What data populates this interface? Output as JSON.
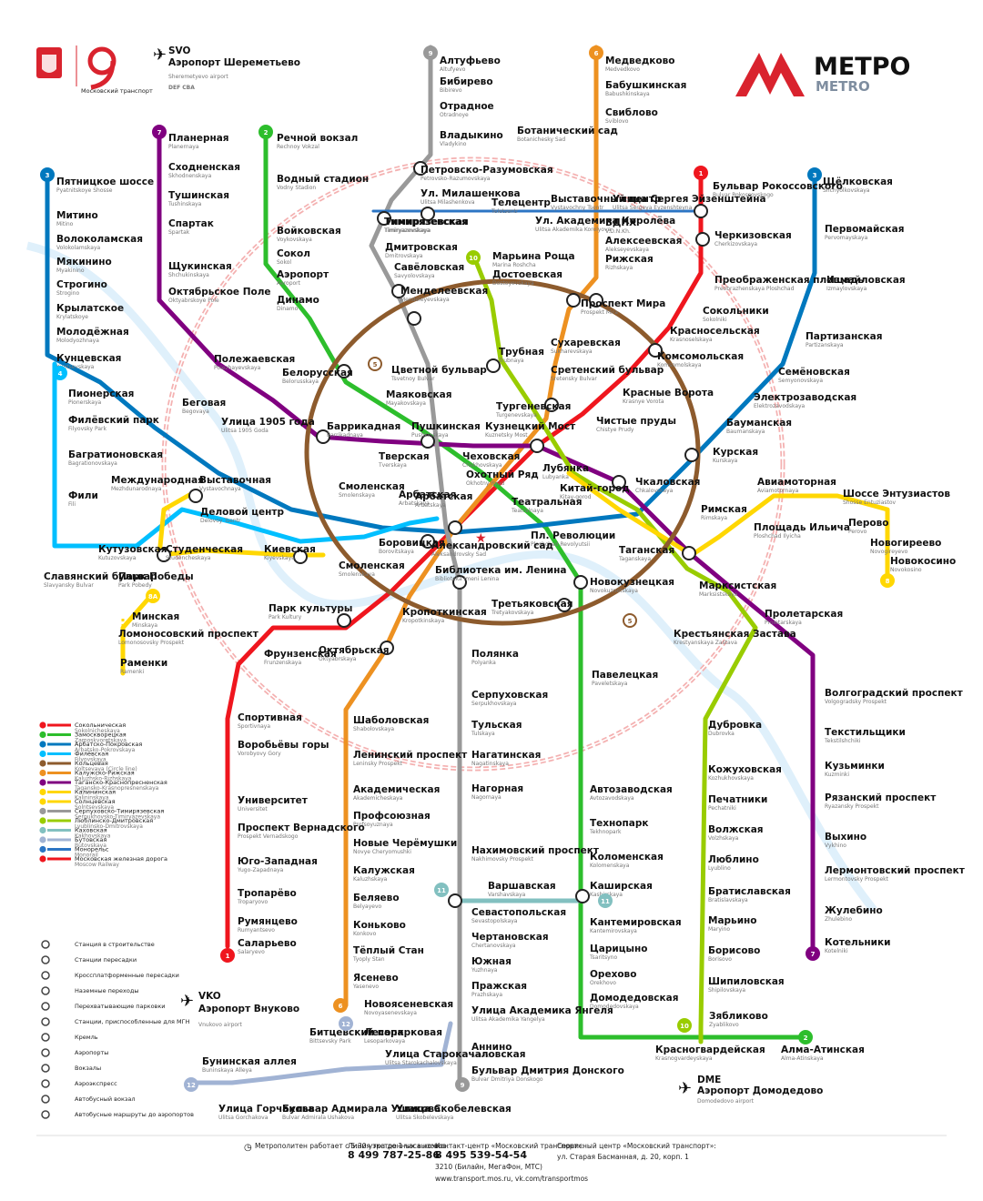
{
  "logo": {
    "metro_ru": "МЕТРО",
    "metro_en": "METRO",
    "transport_ru": "Московский транспорт",
    "transport_number": "9"
  },
  "airports": {
    "svo": {
      "code": "SVO",
      "name": "Аэропорт Шереметьево",
      "name_en": "Sheremetyevo airport",
      "terminals": "DEF   CBA"
    },
    "vko": {
      "code": "VKO",
      "name": "Аэропорт Внуково",
      "name_en": "Vnukovo airport"
    },
    "dme": {
      "code": "DME",
      "name": "Аэропорт Домодедово",
      "name_en": "Domodedovo airport"
    }
  },
  "line_colors": {
    "1": "#EF161E",
    "2": "#2DBE2C",
    "3": "#0078BE",
    "4": "#00BFFF",
    "5": "#8D5B2D",
    "6": "#ED9121",
    "7": "#800080",
    "8": "#FFD702",
    "8A": "#FFD702",
    "9": "#999999",
    "10": "#99CC00",
    "11": "#82C0C0",
    "12": "#A1B3D4",
    "13": "#2C75C4",
    "14": "#EF161E"
  },
  "lines": [
    {
      "id": "1",
      "name": "Сокольническая",
      "en": "Sokolnicheskaya"
    },
    {
      "id": "2",
      "name": "Замоскворецкая",
      "en": "Zamoskvoretskaya"
    },
    {
      "id": "3",
      "name": "Арбатско-Покровская",
      "en": "Arbatsko-Pokrovskaya"
    },
    {
      "id": "4",
      "name": "Филёвская",
      "en": "Filyovskaya"
    },
    {
      "id": "5",
      "name": "Кольцевая",
      "en": "Koltsevaya (Circle line)"
    },
    {
      "id": "6",
      "name": "Калужско-Рижская",
      "en": "Kaluzhsko-Rizhskaya"
    },
    {
      "id": "7",
      "name": "Таганско-Краснопресненская",
      "en": "Tagansko-Krasnopresnenskaya"
    },
    {
      "id": "8",
      "name": "Калининская",
      "en": "Kalininskaya"
    },
    {
      "id": "8A",
      "name": "Солнцевская",
      "en": "Solntsevskaya"
    },
    {
      "id": "9",
      "name": "Серпуховско-Тимирязевская",
      "en": "Serpukhovsko-Timiryazevskaya"
    },
    {
      "id": "10",
      "name": "Люблинско-Дмитровская",
      "en": "Lyublinsko-Dmitrovskaya"
    },
    {
      "id": "11",
      "name": "Каховская",
      "en": "Kakhovskaya"
    },
    {
      "id": "12",
      "name": "Бутовская",
      "en": "Butovskaya"
    },
    {
      "id": "13",
      "name": "Монорельс",
      "en": "Monorail"
    },
    {
      "id": "14",
      "name": "Московская железная дорога",
      "en": "Moscow Railway"
    }
  ],
  "legend_extra": [
    "Станция в строительстве",
    "Станции пересадки",
    "Кроссплатформенные пересадки",
    "Наземные переходы",
    "Перехватывающие парковки",
    "Станции, приспособленные для МГН",
    "Кремль",
    "Аэропорты",
    "Вокзалы",
    "Аэроэкспресс",
    "Автобусный вокзал",
    "Автобусные маршруты до аэропортов"
  ],
  "stations": [
    {
      "n": "Алтуфьево",
      "e": "Altufyevo"
    },
    {
      "n": "Бибирево",
      "e": "Bibirevo"
    },
    {
      "n": "Отрадное",
      "e": "Otradnoye"
    },
    {
      "n": "Владыкино",
      "e": "Vladykino"
    },
    {
      "n": "Петровско-Разумовская",
      "e": "Petrovsko-Razumovskaya"
    },
    {
      "n": "Тимирязевская",
      "e": "Timiryazevskaya"
    },
    {
      "n": "Дмитровская",
      "e": "Dmitrovskaya"
    },
    {
      "n": "Савёловская",
      "e": "Savyolovskaya"
    },
    {
      "n": "Менделеевская",
      "e": "Mendeleyevskaya"
    },
    {
      "n": "Цветной бульвар",
      "e": "Tsvetnoy Bulvar"
    },
    {
      "n": "Чеховская",
      "e": "Chekhovskaya"
    },
    {
      "n": "Боровицкая",
      "e": "Borovitskaya"
    },
    {
      "n": "Полянка",
      "e": "Polyanka"
    },
    {
      "n": "Серпуховская",
      "e": "Serpukhovskaya"
    },
    {
      "n": "Тульская",
      "e": "Tulskaya"
    },
    {
      "n": "Нагатинская",
      "e": "Nagatinskaya"
    },
    {
      "n": "Нагорная",
      "e": "Nagornaya"
    },
    {
      "n": "Нахимовский проспект",
      "e": "Nakhimovsky Prospekt"
    },
    {
      "n": "Севастопольская",
      "e": "Sevastopolskaya"
    },
    {
      "n": "Чертановская",
      "e": "Chertanovskaya"
    },
    {
      "n": "Южная",
      "e": "Yuzhnaya"
    },
    {
      "n": "Пражская",
      "e": "Prazhskaya"
    },
    {
      "n": "Улица Академика Янгеля",
      "e": "Ulitsa Akademika Yangelya"
    },
    {
      "n": "Аннино",
      "e": "Annino"
    },
    {
      "n": "Бульвар Дмитрия Донского",
      "e": "Bulvar Dmitriya Donskogo"
    },
    {
      "n": "Медведково",
      "e": "Medvedkovo"
    },
    {
      "n": "Бабушкинская",
      "e": "Babushkinskaya"
    },
    {
      "n": "Свиблово",
      "e": "Sviblovo"
    },
    {
      "n": "Ботанический сад",
      "e": "Botanichesky Sad"
    },
    {
      "n": "ВДНХ",
      "e": "V.D.N.Kh."
    },
    {
      "n": "Алексеевская",
      "e": "Alekseyevskaya"
    },
    {
      "n": "Рижская",
      "e": "Rizhskaya"
    },
    {
      "n": "Проспект Мира",
      "e": "Prospekt Mira"
    },
    {
      "n": "Сухаревская",
      "e": "Sukharevskaya"
    },
    {
      "n": "Тургеневская",
      "e": "Turgenevskaya"
    },
    {
      "n": "Китай-город",
      "e": "Kitay-gorod"
    },
    {
      "n": "Третьяковская",
      "e": "Tretyakovskaya"
    },
    {
      "n": "Октябрьская",
      "e": "Oktyabrskaya"
    },
    {
      "n": "Шаболовская",
      "e": "Shabolovskaya"
    },
    {
      "n": "Ленинский проспект",
      "e": "Leninsky Prospekt"
    },
    {
      "n": "Академическая",
      "e": "Akademicheskaya"
    },
    {
      "n": "Профсоюзная",
      "e": "Profsoyuznaya"
    },
    {
      "n": "Новые Черёмушки",
      "e": "Novye Cheryomushki"
    },
    {
      "n": "Калужская",
      "e": "Kaluzhskaya"
    },
    {
      "n": "Беляево",
      "e": "Belyayevo"
    },
    {
      "n": "Коньково",
      "e": "Konkovo"
    },
    {
      "n": "Тёплый Стан",
      "e": "Tyoply Stan"
    },
    {
      "n": "Ясенево",
      "e": "Yasenevo"
    },
    {
      "n": "Новоясеневская",
      "e": "Novoyasenevskaya"
    },
    {
      "n": "Бульвар Рокоссовского",
      "e": "Bulvar Rokossovskogo"
    },
    {
      "n": "Черкизовская",
      "e": "Cherkizovskaya"
    },
    {
      "n": "Преображенская площадь",
      "e": "Preobrazhenskaya Ploshchad"
    },
    {
      "n": "Сокольники",
      "e": "Sokolniki"
    },
    {
      "n": "Красносельская",
      "e": "Krasnoselskaya"
    },
    {
      "n": "Комсомольская",
      "e": "Komsomolskaya"
    },
    {
      "n": "Красные Ворота",
      "e": "Krasnye Vorota"
    },
    {
      "n": "Чистые пруды",
      "e": "Chistye Prudy"
    },
    {
      "n": "Лубянка",
      "e": "Lubyanka"
    },
    {
      "n": "Охотный Ряд",
      "e": "Okhotny Ryad"
    },
    {
      "n": "Библиотека им. Ленина",
      "e": "Biblioteka Imeni Lenina"
    },
    {
      "n": "Кропоткинская",
      "e": "Kropotkinskaya"
    },
    {
      "n": "Парк культуры",
      "e": "Park Kultury"
    },
    {
      "n": "Фрунзенская",
      "e": "Frunzenskaya"
    },
    {
      "n": "Спортивная",
      "e": "Sportivnaya"
    },
    {
      "n": "Воробьёвы горы",
      "e": "Vorobyovy Gory"
    },
    {
      "n": "Университет",
      "e": "Universitet"
    },
    {
      "n": "Проспект Вернадского",
      "e": "Prospekt Vernadskogo"
    },
    {
      "n": "Юго-Западная",
      "e": "Yugo-Zapadnaya"
    },
    {
      "n": "Тропарёво",
      "e": "Troparyovo"
    },
    {
      "n": "Румянцево",
      "e": "Rumyantsevo"
    },
    {
      "n": "Саларьево",
      "e": "Salaryevo"
    },
    {
      "n": "Речной вокзал",
      "e": "Rechnoy Vokzal"
    },
    {
      "n": "Водный стадион",
      "e": "Vodny Stadion"
    },
    {
      "n": "Войковская",
      "e": "Voykovskaya"
    },
    {
      "n": "Сокол",
      "e": "Sokol"
    },
    {
      "n": "Аэропорт",
      "e": "Aeroport"
    },
    {
      "n": "Динамо",
      "e": "Dinamo"
    },
    {
      "n": "Белорусская",
      "e": "Belorusskaya"
    },
    {
      "n": "Маяковская",
      "e": "Mayakovskaya"
    },
    {
      "n": "Тверская",
      "e": "Tverskaya"
    },
    {
      "n": "Театральная",
      "e": "Teatralnaya"
    },
    {
      "n": "Новокузнецкая",
      "e": "Novokuznetskaya"
    },
    {
      "n": "Павелецкая",
      "e": "Paveletskaya"
    },
    {
      "n": "Автозаводская",
      "e": "Avtozavodskaya"
    },
    {
      "n": "Технопарк",
      "e": "Tekhnopark"
    },
    {
      "n": "Коломенская",
      "e": "Kolomenskaya"
    },
    {
      "n": "Каширская",
      "e": "Kashirskaya"
    },
    {
      "n": "Кантемировская",
      "e": "Kantemirovskaya"
    },
    {
      "n": "Царицыно",
      "e": "Tsaritsyno"
    },
    {
      "n": "Орехово",
      "e": "Orekhovo"
    },
    {
      "n": "Домодедовская",
      "e": "Domodedovskaya"
    },
    {
      "n": "Красногвардейская",
      "e": "Krasnogvardeyskaya"
    },
    {
      "n": "Алма-Атинская",
      "e": "Alma-Atinskaya"
    },
    {
      "n": "Пятницкое шоссе",
      "e": "Pyatnitskoye Shosse"
    },
    {
      "n": "Митино",
      "e": "Mitino"
    },
    {
      "n": "Волоколамская",
      "e": "Volokolamskaya"
    },
    {
      "n": "Мякинино",
      "e": "Myakinino"
    },
    {
      "n": "Строгино",
      "e": "Strogino"
    },
    {
      "n": "Крылатское",
      "e": "Krylatskoye"
    },
    {
      "n": "Молодёжная",
      "e": "Molodyozhnaya"
    },
    {
      "n": "Кунцевская",
      "e": "Kuntsevskaya"
    },
    {
      "n": "Славянский бульвар",
      "e": "Slavyansky Bulvar"
    },
    {
      "n": "Парк Победы",
      "e": "Park Pobedy"
    },
    {
      "n": "Киевская",
      "e": "Kiyevskaya"
    },
    {
      "n": "Смоленская",
      "e": "Smolenskaya"
    },
    {
      "n": "Арбатская",
      "e": "Arbatskaya"
    },
    {
      "n": "Пл. Революции",
      "e": "Ploshchad Revolyutsii"
    },
    {
      "n": "Курская",
      "e": "Kurskaya"
    },
    {
      "n": "Бауманская",
      "e": "Baumanskaya"
    },
    {
      "n": "Электрозаводская",
      "e": "Elektrozavodskaya"
    },
    {
      "n": "Семёновская",
      "e": "Semyonovskaya"
    },
    {
      "n": "Партизанская",
      "e": "Partizanskaya"
    },
    {
      "n": "Измайловская",
      "e": "Izmaylovskaya"
    },
    {
      "n": "Первомайская",
      "e": "Pervomayskaya"
    },
    {
      "n": "Щёлковская",
      "e": "Shchyolkovskaya"
    },
    {
      "n": "Пионерская",
      "e": "Pionerskaya"
    },
    {
      "n": "Филёвский парк",
      "e": "Filyovsky Park"
    },
    {
      "n": "Багратионовская",
      "e": "Bagrationovskaya"
    },
    {
      "n": "Фили",
      "e": "Fili"
    },
    {
      "n": "Кутузовская",
      "e": "Kutuzovskaya"
    },
    {
      "n": "Студенческая",
      "e": "Studencheskaya"
    },
    {
      "n": "Выставочная",
      "e": "Vystavochnaya"
    },
    {
      "n": "Международная",
      "e": "Mezhdunarodnaya"
    },
    {
      "n": "Александровский сад",
      "e": "Aleksandrovsky Sad"
    },
    {
      "n": "Планерная",
      "e": "Planernaya"
    },
    {
      "n": "Сходненская",
      "e": "Skhodnenskaya"
    },
    {
      "n": "Тушинская",
      "e": "Tushinskaya"
    },
    {
      "n": "Спартак",
      "e": "Spartak"
    },
    {
      "n": "Щукинская",
      "e": "Shchukinskaya"
    },
    {
      "n": "Октябрьское Поле",
      "e": "Oktyabrskoye Pole"
    },
    {
      "n": "Полежаевская",
      "e": "Polezhayevskaya"
    },
    {
      "n": "Беговая",
      "e": "Begovaya"
    },
    {
      "n": "Улица 1905 года",
      "e": "Ulitsa 1905 Goda"
    },
    {
      "n": "Баррикадная",
      "e": "Barrikadnaya"
    },
    {
      "n": "Пушкинская",
      "e": "Pushkinskaya"
    },
    {
      "n": "Кузнецкий Мост",
      "e": "Kuznetsky Most"
    },
    {
      "n": "Таганская",
      "e": "Taganskaya"
    },
    {
      "n": "Пролетарская",
      "e": "Proletarskaya"
    },
    {
      "n": "Волгоградский проспект",
      "e": "Volgogradsky Prospekt"
    },
    {
      "n": "Текстильщики",
      "e": "Tekstilshchiki"
    },
    {
      "n": "Кузьминки",
      "e": "Kuzminki"
    },
    {
      "n": "Рязанский проспект",
      "e": "Ryazansky Prospekt"
    },
    {
      "n": "Выхино",
      "e": "Vykhino"
    },
    {
      "n": "Лермонтовский проспект",
      "e": "Lermontovsky Prospekt"
    },
    {
      "n": "Жулебино",
      "e": "Zhulebino"
    },
    {
      "n": "Котельники",
      "e": "Kotelniki"
    },
    {
      "n": "Марксистская",
      "e": "Marksistskaya"
    },
    {
      "n": "Площадь Ильича",
      "e": "Ploshchad Ilyicha"
    },
    {
      "n": "Авиамоторная",
      "e": "Aviamotornaya"
    },
    {
      "n": "Шоссе Энтузиастов",
      "e": "Shosse Entuziastov"
    },
    {
      "n": "Перово",
      "e": "Perovo"
    },
    {
      "n": "Новогиреево",
      "e": "Novogireyevo"
    },
    {
      "n": "Новокосино",
      "e": "Novokosino"
    },
    {
      "n": "Деловой центр",
      "e": "Delovoy Tsentr"
    },
    {
      "n": "Минская",
      "e": "Minskaya"
    },
    {
      "n": "Ломоносовский проспект",
      "e": "Lomonosovsky Prospekt"
    },
    {
      "n": "Раменки",
      "e": "Ramenki"
    },
    {
      "n": "Марьина Роща",
      "e": "Marina Roshcha"
    },
    {
      "n": "Достоевская",
      "e": "Dostoyevskaya"
    },
    {
      "n": "Трубная",
      "e": "Trubnaya"
    },
    {
      "n": "Сретенский бульвар",
      "e": "Sretensky Bulvar"
    },
    {
      "n": "Чкаловская",
      "e": "Chkalovskaya"
    },
    {
      "n": "Римская",
      "e": "Rimskaya"
    },
    {
      "n": "Крестьянская Застава",
      "e": "Krestyanskaya Zastava"
    },
    {
      "n": "Дубровка",
      "e": "Dubrovka"
    },
    {
      "n": "Кожуховская",
      "e": "Kozhukhovskaya"
    },
    {
      "n": "Печатники",
      "e": "Pechatniki"
    },
    {
      "n": "Волжская",
      "e": "Volzhskaya"
    },
    {
      "n": "Люблино",
      "e": "Lyublino"
    },
    {
      "n": "Братиславская",
      "e": "Bratislavskaya"
    },
    {
      "n": "Марьино",
      "e": "Maryino"
    },
    {
      "n": "Борисово",
      "e": "Borisovo"
    },
    {
      "n": "Шипиловская",
      "e": "Shipilovskaya"
    },
    {
      "n": "Зябликово",
      "e": "Zyablikovo"
    },
    {
      "n": "Варшавская",
      "e": "Varshavskaya"
    },
    {
      "n": "Битцевский парк",
      "e": "Bittsevsky Park"
    },
    {
      "n": "Лесопарковая",
      "e": "Lesoparkovaya"
    },
    {
      "n": "Улица Старокачаловская",
      "e": "Ulitsa Starokachalovskaya"
    },
    {
      "n": "Бунинская аллея",
      "e": "Buninskaya Alleya"
    },
    {
      "n": "Улица Горчакова",
      "e": "Ulitsa Gorchakova"
    },
    {
      "n": "Бульвар Адмирала Ушакова",
      "e": "Bulvar Admirala Ushakova"
    },
    {
      "n": "Улица Скобелевская",
      "e": "Ulitsa Skobelevskaya"
    },
    {
      "n": "Тимирязевская",
      "e": "Timiryazevskaya"
    },
    {
      "n": "Ул. Милашенкова",
      "e": "Ulitsa Milashenkova"
    },
    {
      "n": "Телецентр",
      "e": "Teletsentr"
    },
    {
      "n": "Выставочный центр",
      "e": "Vystavochny Tsentr"
    },
    {
      "n": "Ул. Академика Королёва",
      "e": "Ulitsa Akademika Korolyova"
    },
    {
      "n": "Улица Сергея Эйзенштейна",
      "e": "Ulitsa Sergeya Eyzenshteyna"
    },
    {
      "n": "Смоленская",
      "e": "Smolenskaya"
    },
    {
      "n": "Арбатская",
      "e": "Arbatskaya"
    }
  ],
  "footer": {
    "hours": "Метрополитен работает с 5:30 утра до 1 часа ночи",
    "emergency_label": "Линия экстренных вызовов:",
    "emergency": "8 499 787-25-86",
    "contact_label": "Контакт-центр «Московский транспорт»:",
    "contact": "8 495 539-54-54",
    "contact_short": "3210 (Билайн, МегаФон, МТС)",
    "url": "www.transport.mos.ru, vk.com/transportmos",
    "service_label": "Сервисный центр «Московский транспорт»:",
    "service": "ул. Старая Басманная, д. 20, корп. 1"
  }
}
